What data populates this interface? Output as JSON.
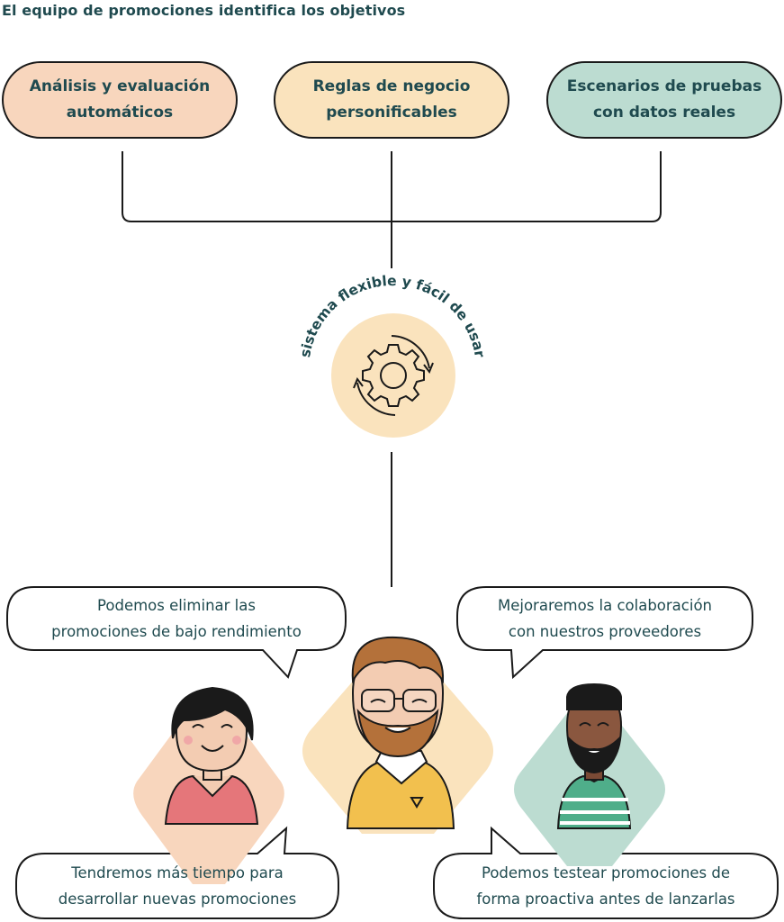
{
  "heading": "El equipo de promociones identifica  los objetivos",
  "features": [
    {
      "label": "Análisis y evaluación\nautomáticos",
      "color": "#f8d6bd"
    },
    {
      "label": "Reglas de negocio\npersonificables",
      "color": "#fae3bd"
    },
    {
      "label": "Escenarios de pruebas\ncon datos reales",
      "color": "#bcdcd1"
    }
  ],
  "system": {
    "label": "sistema flexible y fácil de usar",
    "icon": "gear-cycle-icon",
    "color": "#fae3bd"
  },
  "quotes": {
    "top_left": "Podemos eliminar las\npromociones de bajo rendimiento",
    "top_right": "Mejoraremos la colaboración\ncon nuestros proveedores",
    "bottom_left": "Tendremos más tiempo para\ndesarrollar nuevas promociones",
    "bottom_right": "Podemos testear promociones de\nforma proactiva antes de lanzarlas"
  },
  "people": [
    {
      "icon": "woman-avatar-icon",
      "color": "#f8d6bd"
    },
    {
      "icon": "bearded-man-glasses-avatar-icon",
      "color": "#fae3bd"
    },
    {
      "icon": "bearded-man-avatar-icon",
      "color": "#bcdcd1"
    }
  ]
}
